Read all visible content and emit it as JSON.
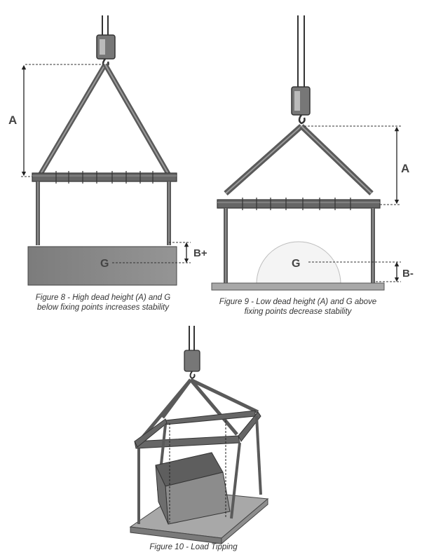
{
  "figure8": {
    "caption_line1": "Figure 8 - High dead height (A) and G",
    "caption_line2": "below fixing points increases stability",
    "label_a": "A",
    "label_b": "B+",
    "label_g": "G"
  },
  "figure9": {
    "caption_line1": "Figure 9 - Low dead height (A) and G above",
    "caption_line2": "fixing points decrease stability",
    "label_a": "A",
    "label_b": "B-",
    "label_g": "G"
  },
  "figure10": {
    "caption": "Figure 10 - Load Tipping"
  },
  "colors": {
    "steel": "#5a5a5a",
    "steel_light": "#9a9a9a",
    "load": "#8c8c8c",
    "load_dark": "#5e5e5e",
    "platform": "#a8a8a8",
    "dash": "#333333"
  }
}
